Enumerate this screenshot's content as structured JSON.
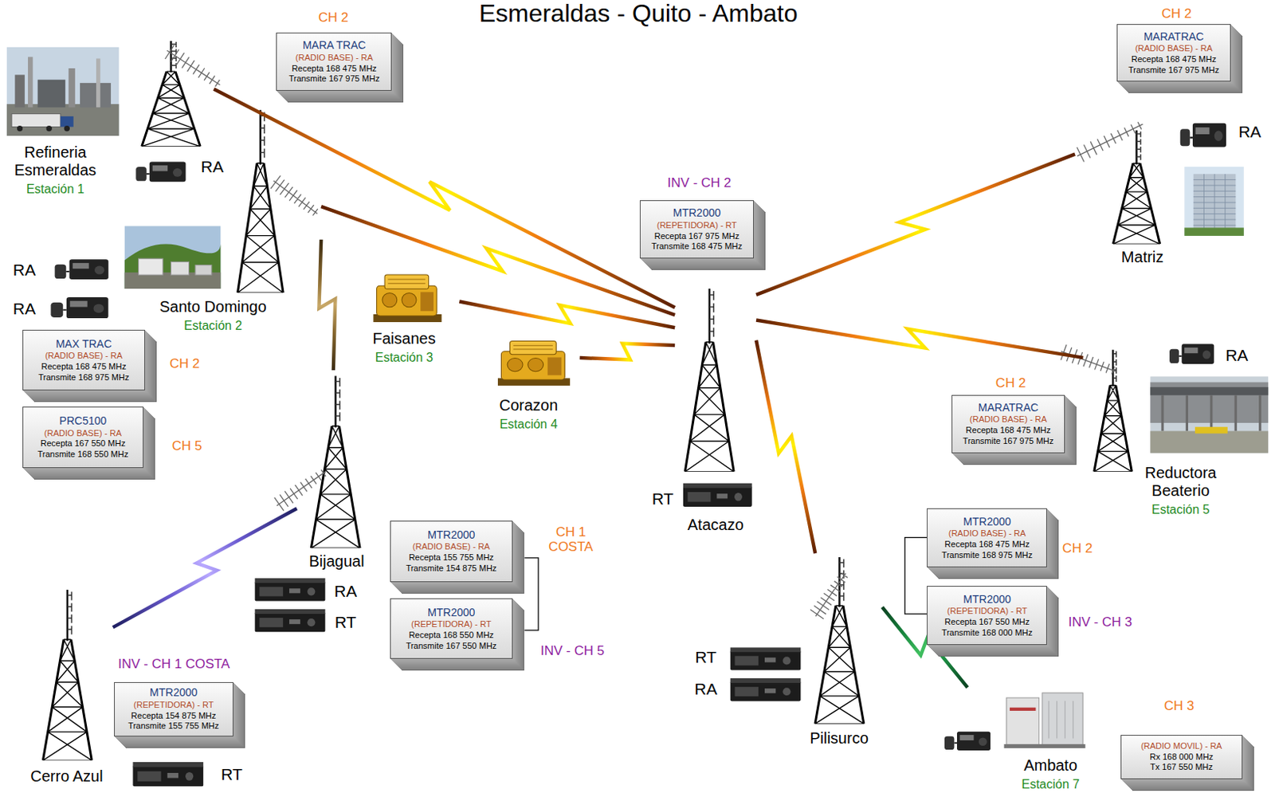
{
  "diagram": {
    "title": "Esmeraldas - Quito - Ambato",
    "nodes": [
      {
        "text": [
          "Refineria Esmeraldas",
          "Estación 1"
        ]
      },
      {
        "text": [
          "MARA TRAC",
          "(RADIO BASE) - RA",
          "Recepta 168 475 MHz",
          "Transmite 167 975 MHz"
        ]
      },
      {
        "text": [
          "MARATRAC",
          "(RADIO BASE) - RA",
          "Recepta 168 475 MHz",
          "Transmite 167 975 MHz"
        ]
      },
      {
        "text": [
          "Matriz"
        ]
      },
      {
        "text": [
          "MTR2000",
          "(REPETIDORA) - RT",
          "Recepta 167 975 MHz",
          "Transmite 168 475 MHz"
        ]
      },
      {
        "text": [
          "Santo Domingo",
          "Estación 2"
        ]
      },
      {
        "text": [
          "MAX TRAC",
          "(RADIO BASE) - RA",
          "Recepta 168 475 MHz",
          "Transmite 168 975 MHz"
        ]
      },
      {
        "text": [
          "PRC5100",
          "(RADIO BASE) - RA",
          "Recepta 167 550 MHz",
          "Transmite 168 550 MHz"
        ]
      },
      {
        "text": [
          "Faisanes",
          "Estación 3"
        ]
      },
      {
        "text": [
          "Corazon",
          "Estación 4"
        ]
      },
      {
        "text": [
          "Reductora Beaterio",
          "Estación 5"
        ]
      },
      {
        "text": [
          "MARATRAC",
          "(RADIO BASE) - RA",
          "Recepta 168 475 MHz",
          "Transmite 167 975 MHz"
        ]
      },
      {
        "text": [
          "Atacazo"
        ]
      },
      {
        "text": [
          "Bijagual"
        ]
      },
      {
        "text": [
          "MTR2000",
          "(RADIO BASE) - RA",
          "Recepta 155 755 MHz",
          "Transmite 154 875 MHz"
        ]
      },
      {
        "text": [
          "MTR2000",
          "(REPETIDORA) - RT",
          "Recepta 168 550 MHz",
          "Transmite 167 550 MHz"
        ]
      },
      {
        "text": [
          "MTR2000",
          "(RADIO BASE) - RA",
          "Recepta 168 475 MHz",
          "Transmite 168 975 MHz"
        ]
      },
      {
        "text": [
          "MTR2000",
          "(REPETIDORA) - RT",
          "Recepta 167 550 MHz",
          "Transmite 168 000 MHz"
        ]
      },
      {
        "text": [
          "Cerro Azul"
        ]
      },
      {
        "text": [
          "MTR2000",
          "(REPETIDORA) - RT",
          "Recepta 154 875 MHz",
          "Transmite 155 755 MHz"
        ]
      },
      {
        "text": [
          "Pilisurco"
        ]
      },
      {
        "text": [
          "Ambato",
          "Estación 7"
        ]
      },
      {
        "text": [
          "(RADIO MOVIL) - RA",
          "Rx 168 000 MHz",
          "Tx 167 550 MHz"
        ]
      }
    ],
    "edges": [
      {
        "from": 0,
        "to": 12,
        "arrow": "none"
      },
      {
        "from": 5,
        "to": 12,
        "arrow": "none"
      },
      {
        "from": 8,
        "to": 12,
        "arrow": "none"
      },
      {
        "from": 9,
        "to": 12,
        "arrow": "none"
      },
      {
        "from": 12,
        "to": 3,
        "arrow": "none"
      },
      {
        "from": 12,
        "to": 10,
        "arrow": "none"
      },
      {
        "from": 12,
        "to": 20,
        "arrow": "none"
      },
      {
        "from": 5,
        "to": 13,
        "arrow": "none"
      },
      {
        "from": 13,
        "to": 18,
        "arrow": "none"
      },
      {
        "from": 20,
        "to": 21,
        "arrow": "none"
      }
    ],
    "labels": [
      "CH 2",
      "CH 2",
      "INV - CH 2",
      "RA",
      "RA",
      "RA",
      "RA",
      "CH 2",
      "CH 5",
      "RA",
      "CH 2",
      "RT",
      "CH 1 COSTA",
      "RA",
      "RT",
      "INV - CH 5",
      "CH 2",
      "INV - CH 3",
      "INV - CH 1 COSTA",
      "RT",
      "RT",
      "RA",
      "CH 3"
    ]
  }
}
